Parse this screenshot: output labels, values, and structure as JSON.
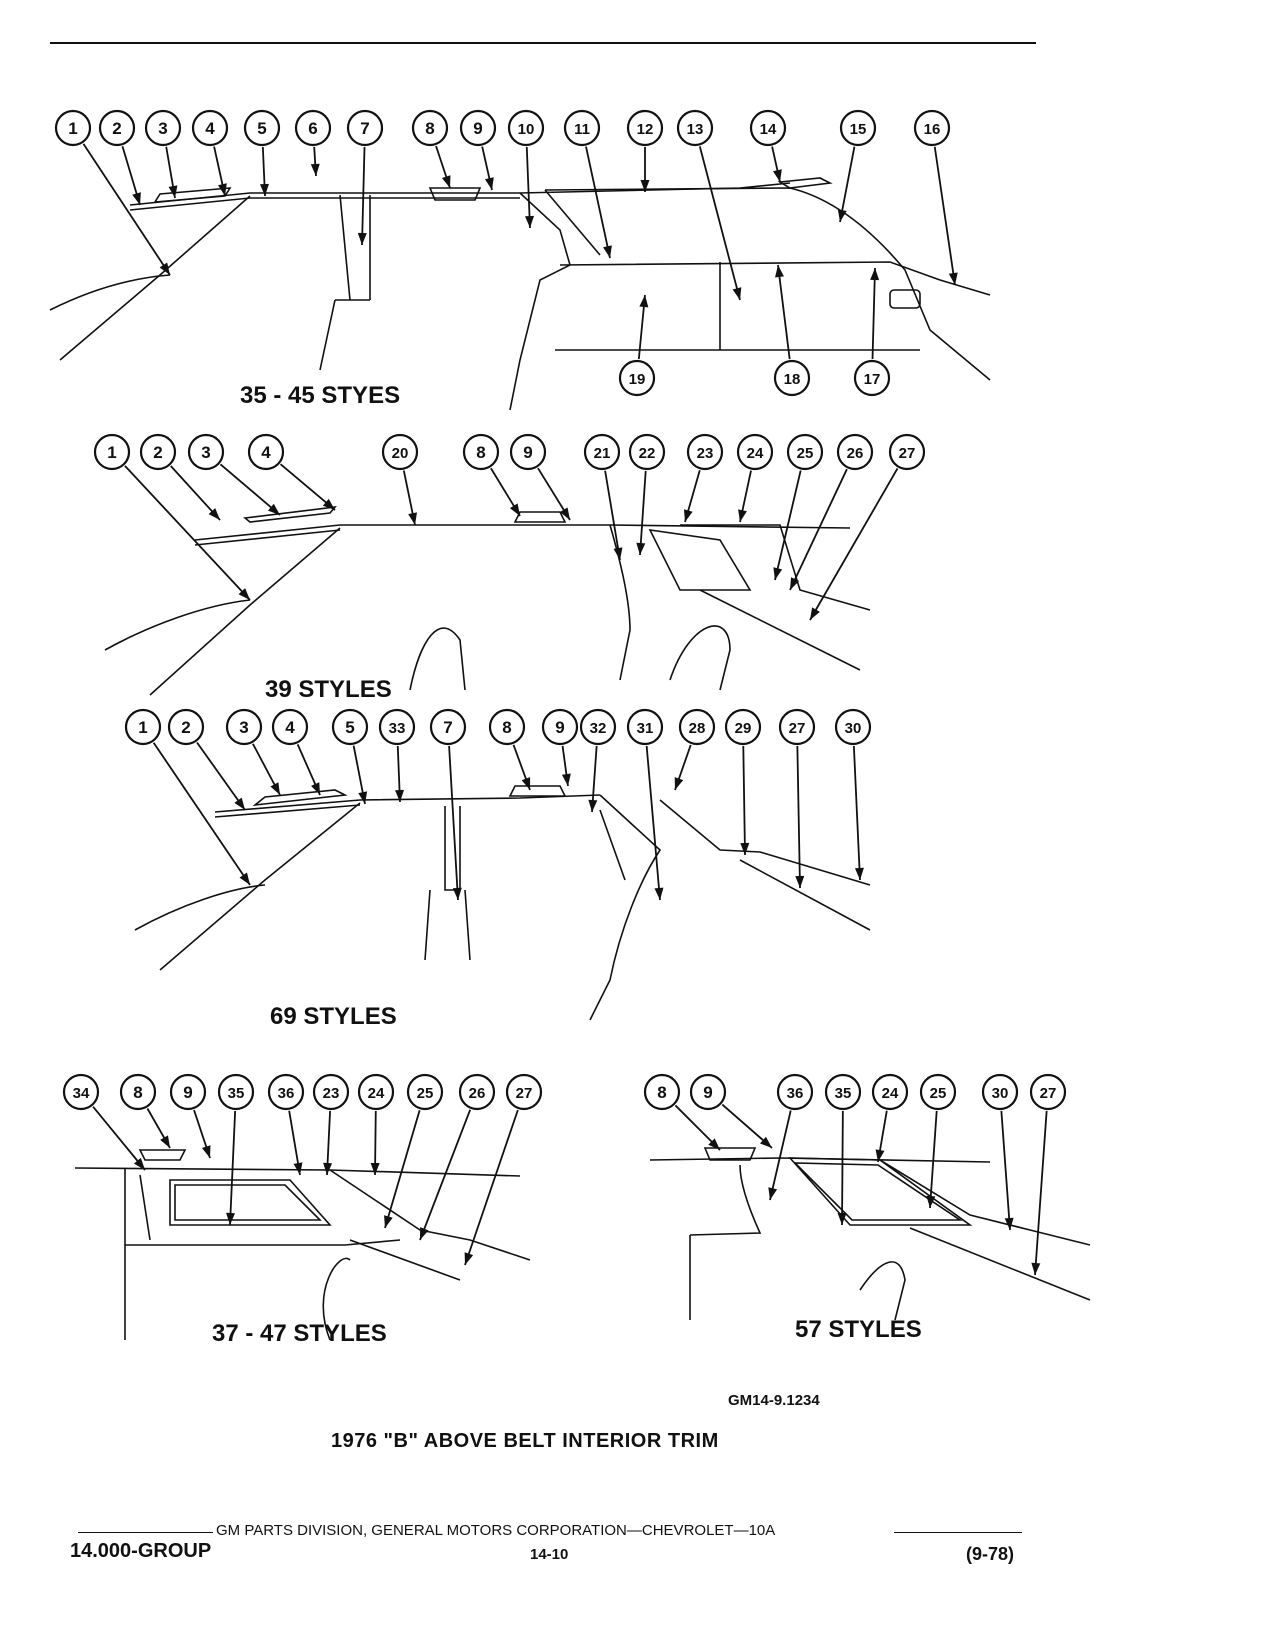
{
  "panels": [
    {
      "style_label": "35 - 45 STYES",
      "callouts": [
        "1",
        "2",
        "3",
        "4",
        "5",
        "6",
        "7",
        "8",
        "9",
        "10",
        "11",
        "12",
        "13",
        "14",
        "15",
        "16",
        "19",
        "18",
        "17"
      ]
    },
    {
      "style_label": "39 STYLES",
      "callouts": [
        "1",
        "2",
        "3",
        "4",
        "20",
        "8",
        "9",
        "21",
        "22",
        "23",
        "24",
        "25",
        "26",
        "27"
      ]
    },
    {
      "style_label": "69 STYLES",
      "callouts": [
        "1",
        "2",
        "3",
        "4",
        "5",
        "33",
        "7",
        "8",
        "9",
        "32",
        "31",
        "28",
        "29",
        "27",
        "30"
      ]
    },
    {
      "style_label": "37 - 47 STYLES",
      "callouts": [
        "34",
        "8",
        "9",
        "35",
        "36",
        "23",
        "24",
        "25",
        "26",
        "27"
      ]
    },
    {
      "style_label": "57 STYLES",
      "callouts": [
        "8",
        "9",
        "36",
        "35",
        "24",
        "25",
        "30",
        "27"
      ]
    }
  ],
  "drawing_number": "GM14-9.1234",
  "title": "1976 \"B\" ABOVE BELT INTERIOR TRIM",
  "footer": {
    "source": "GM PARTS DIVISION, GENERAL MOTORS CORPORATION—CHEVROLET—10A",
    "group": "14.000-GROUP",
    "page": "14-10",
    "revision": "(9-78)"
  }
}
